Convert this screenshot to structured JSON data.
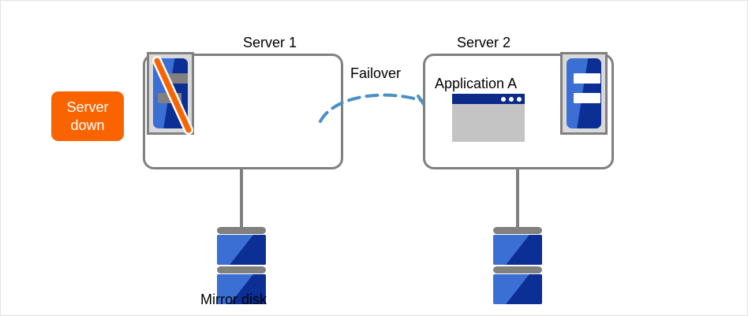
{
  "diagram": {
    "title_server1": "Server 1",
    "title_server2": "Server 2",
    "failover_label": "Failover",
    "application_label": "Application A",
    "mirror_disk_label": "Mirror disk",
    "status_badge": {
      "line1": "Server",
      "line2": "down"
    },
    "icons": {
      "server1": "server-down-icon",
      "server2": "server-running-icon",
      "application": "application-window-icon",
      "disk_left": "mirror-disk-icon",
      "disk_right": "mirror-disk-icon",
      "arrow": "failover-arrow-icon"
    },
    "colors": {
      "badge_background": "#fa6400",
      "badge_text": "#ffffff",
      "box_border": "#808080",
      "arrow": "#4a90c4",
      "server_blue_light": "#3b6fd4",
      "server_blue_dark": "#0c2f96",
      "app_titlebar": "#0b2a8a",
      "app_body": "#c4c4c4",
      "icon_frame": "#d9d9d9",
      "slash": "#fa6400",
      "canvas_background": "#ffffff",
      "text": "#000000"
    }
  }
}
